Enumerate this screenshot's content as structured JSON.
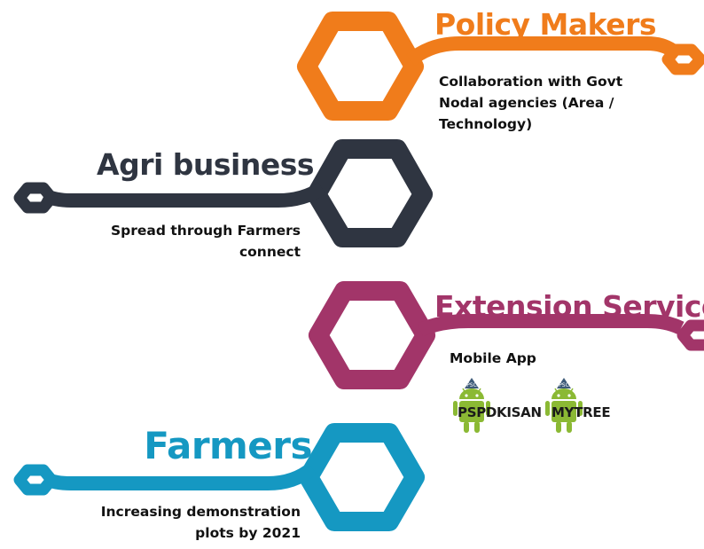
{
  "nodes": [
    {
      "id": "policy-makers",
      "title": "Policy Makers",
      "color": "#f07c1b",
      "lines": [
        "Collaboration with Govt",
        "Nodal agencies (Area /",
        "Technology)"
      ]
    },
    {
      "id": "agri-business",
      "title": "Agri business",
      "color": "#2f3541",
      "lines": [
        "Spread through Farmers",
        "connect"
      ]
    },
    {
      "id": "extension-service",
      "title": "Extension Service",
      "color": "#a23569",
      "lines": [
        "Mobile App"
      ]
    },
    {
      "id": "farmers",
      "title": "Farmers",
      "color": "#1598c2",
      "lines": [
        "Increasing demonstration",
        "plots by 2021"
      ]
    }
  ],
  "apps": [
    {
      "label": "PSPDKISAN",
      "icon": "android-robot-icon"
    },
    {
      "label": "MYTREE",
      "icon": "android-robot-icon"
    }
  ],
  "android_color": "#8bb934"
}
